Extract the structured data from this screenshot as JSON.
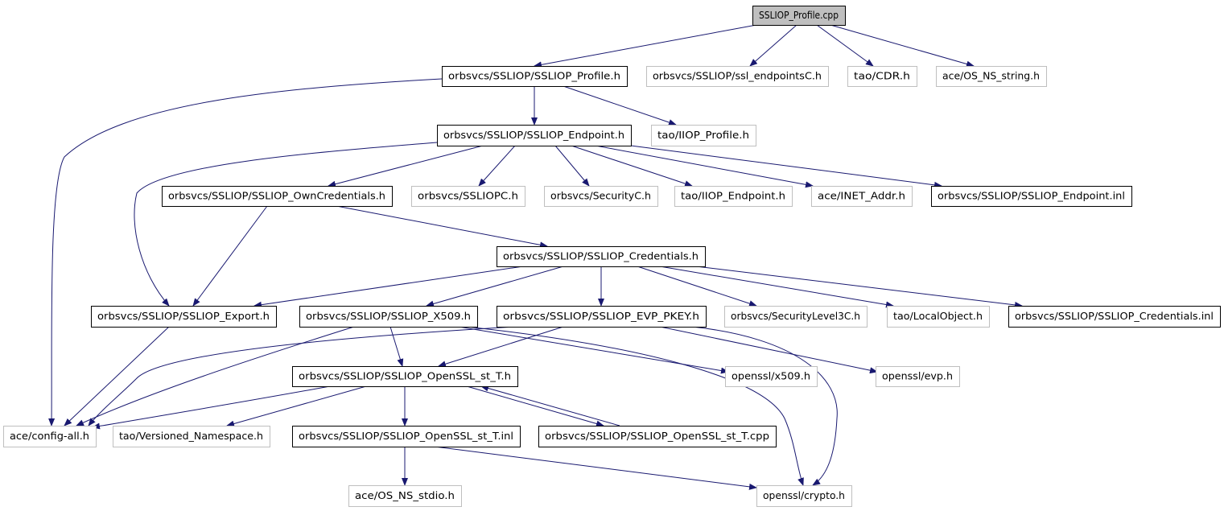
{
  "title": "SSLIOP_Profile.cpp include dependency graph",
  "colors": {
    "edge": "#191970",
    "node_border_documented": "#000000",
    "node_border_external": "#bfbfbf",
    "root_fill": "#bfbfbf",
    "node_fill": "#ffffff"
  },
  "nodes": [
    {
      "id": "root",
      "label": "SSLIOP_Profile.cpp",
      "kind": "root"
    },
    {
      "id": "profile_h",
      "label": "orbsvcs/SSLIOP/SSLIOP_Profile.h",
      "kind": "documented"
    },
    {
      "id": "ssl_endpointsC",
      "label": "orbsvcs/SSLIOP/ssl_endpointsC.h",
      "kind": "external"
    },
    {
      "id": "cdr",
      "label": "tao/CDR.h",
      "kind": "external"
    },
    {
      "id": "os_ns_string",
      "label": "ace/OS_NS_string.h",
      "kind": "external"
    },
    {
      "id": "endpoint_h",
      "label": "orbsvcs/SSLIOP/SSLIOP_Endpoint.h",
      "kind": "documented"
    },
    {
      "id": "iiop_profile",
      "label": "tao/IIOP_Profile.h",
      "kind": "external"
    },
    {
      "id": "owncred_h",
      "label": "orbsvcs/SSLIOP/SSLIOP_OwnCredentials.h",
      "kind": "documented"
    },
    {
      "id": "sslIOPC",
      "label": "orbsvcs/SSLIOPC.h",
      "kind": "external"
    },
    {
      "id": "securityC",
      "label": "orbsvcs/SecurityC.h",
      "kind": "external"
    },
    {
      "id": "iiop_endpoint",
      "label": "tao/IIOP_Endpoint.h",
      "kind": "external"
    },
    {
      "id": "inet_addr",
      "label": "ace/INET_Addr.h",
      "kind": "external"
    },
    {
      "id": "endpoint_inl",
      "label": "orbsvcs/SSLIOP/SSLIOP_Endpoint.inl",
      "kind": "documented"
    },
    {
      "id": "cred_h",
      "label": "orbsvcs/SSLIOP/SSLIOP_Credentials.h",
      "kind": "documented"
    },
    {
      "id": "export_h",
      "label": "orbsvcs/SSLIOP/SSLIOP_Export.h",
      "kind": "documented"
    },
    {
      "id": "x509_h",
      "label": "orbsvcs/SSLIOP/SSLIOP_X509.h",
      "kind": "documented"
    },
    {
      "id": "evp_pkey_h",
      "label": "orbsvcs/SSLIOP/SSLIOP_EVP_PKEY.h",
      "kind": "documented"
    },
    {
      "id": "seclevel3C",
      "label": "orbsvcs/SecurityLevel3C.h",
      "kind": "external"
    },
    {
      "id": "localobject",
      "label": "tao/LocalObject.h",
      "kind": "external"
    },
    {
      "id": "cred_inl",
      "label": "orbsvcs/SSLIOP/SSLIOP_Credentials.inl",
      "kind": "documented"
    },
    {
      "id": "openssl_st_h",
      "label": "orbsvcs/SSLIOP/SSLIOP_OpenSSL_st_T.h",
      "kind": "documented"
    },
    {
      "id": "openssl_x509",
      "label": "openssl/x509.h",
      "kind": "external"
    },
    {
      "id": "openssl_evp",
      "label": "openssl/evp.h",
      "kind": "external"
    },
    {
      "id": "config_all",
      "label": "ace/config-all.h",
      "kind": "external"
    },
    {
      "id": "versioned_ns",
      "label": "tao/Versioned_Namespace.h",
      "kind": "external"
    },
    {
      "id": "openssl_st_inl",
      "label": "orbsvcs/SSLIOP/SSLIOP_OpenSSL_st_T.inl",
      "kind": "documented"
    },
    {
      "id": "openssl_st_cpp",
      "label": "orbsvcs/SSLIOP/SSLIOP_OpenSSL_st_T.cpp",
      "kind": "documented"
    },
    {
      "id": "os_ns_stdio",
      "label": "ace/OS_NS_stdio.h",
      "kind": "external"
    },
    {
      "id": "openssl_crypto",
      "label": "openssl/crypto.h",
      "kind": "external"
    }
  ],
  "edges": [
    {
      "from": "root",
      "to": "profile_h"
    },
    {
      "from": "root",
      "to": "ssl_endpointsC"
    },
    {
      "from": "root",
      "to": "cdr"
    },
    {
      "from": "root",
      "to": "os_ns_string"
    },
    {
      "from": "profile_h",
      "to": "config_all"
    },
    {
      "from": "profile_h",
      "to": "endpoint_h"
    },
    {
      "from": "profile_h",
      "to": "iiop_profile"
    },
    {
      "from": "endpoint_h",
      "to": "export_h"
    },
    {
      "from": "endpoint_h",
      "to": "owncred_h"
    },
    {
      "from": "endpoint_h",
      "to": "sslIOPC"
    },
    {
      "from": "endpoint_h",
      "to": "securityC"
    },
    {
      "from": "endpoint_h",
      "to": "iiop_endpoint"
    },
    {
      "from": "endpoint_h",
      "to": "inet_addr"
    },
    {
      "from": "endpoint_h",
      "to": "endpoint_inl"
    },
    {
      "from": "owncred_h",
      "to": "export_h"
    },
    {
      "from": "owncred_h",
      "to": "cred_h"
    },
    {
      "from": "cred_h",
      "to": "export_h"
    },
    {
      "from": "cred_h",
      "to": "x509_h"
    },
    {
      "from": "cred_h",
      "to": "evp_pkey_h"
    },
    {
      "from": "cred_h",
      "to": "seclevel3C"
    },
    {
      "from": "cred_h",
      "to": "localobject"
    },
    {
      "from": "cred_h",
      "to": "cred_inl"
    },
    {
      "from": "export_h",
      "to": "config_all"
    },
    {
      "from": "x509_h",
      "to": "config_all"
    },
    {
      "from": "x509_h",
      "to": "openssl_st_h"
    },
    {
      "from": "x509_h",
      "to": "openssl_x509"
    },
    {
      "from": "x509_h",
      "to": "openssl_crypto"
    },
    {
      "from": "evp_pkey_h",
      "to": "config_all"
    },
    {
      "from": "evp_pkey_h",
      "to": "openssl_st_h"
    },
    {
      "from": "evp_pkey_h",
      "to": "openssl_evp"
    },
    {
      "from": "evp_pkey_h",
      "to": "openssl_crypto"
    },
    {
      "from": "openssl_st_h",
      "to": "config_all"
    },
    {
      "from": "openssl_st_h",
      "to": "versioned_ns"
    },
    {
      "from": "openssl_st_h",
      "to": "openssl_st_inl"
    },
    {
      "from": "openssl_st_h",
      "to": "openssl_st_cpp"
    },
    {
      "from": "openssl_st_cpp",
      "to": "openssl_st_h"
    },
    {
      "from": "openssl_st_inl",
      "to": "os_ns_stdio"
    },
    {
      "from": "openssl_st_inl",
      "to": "openssl_crypto"
    }
  ]
}
